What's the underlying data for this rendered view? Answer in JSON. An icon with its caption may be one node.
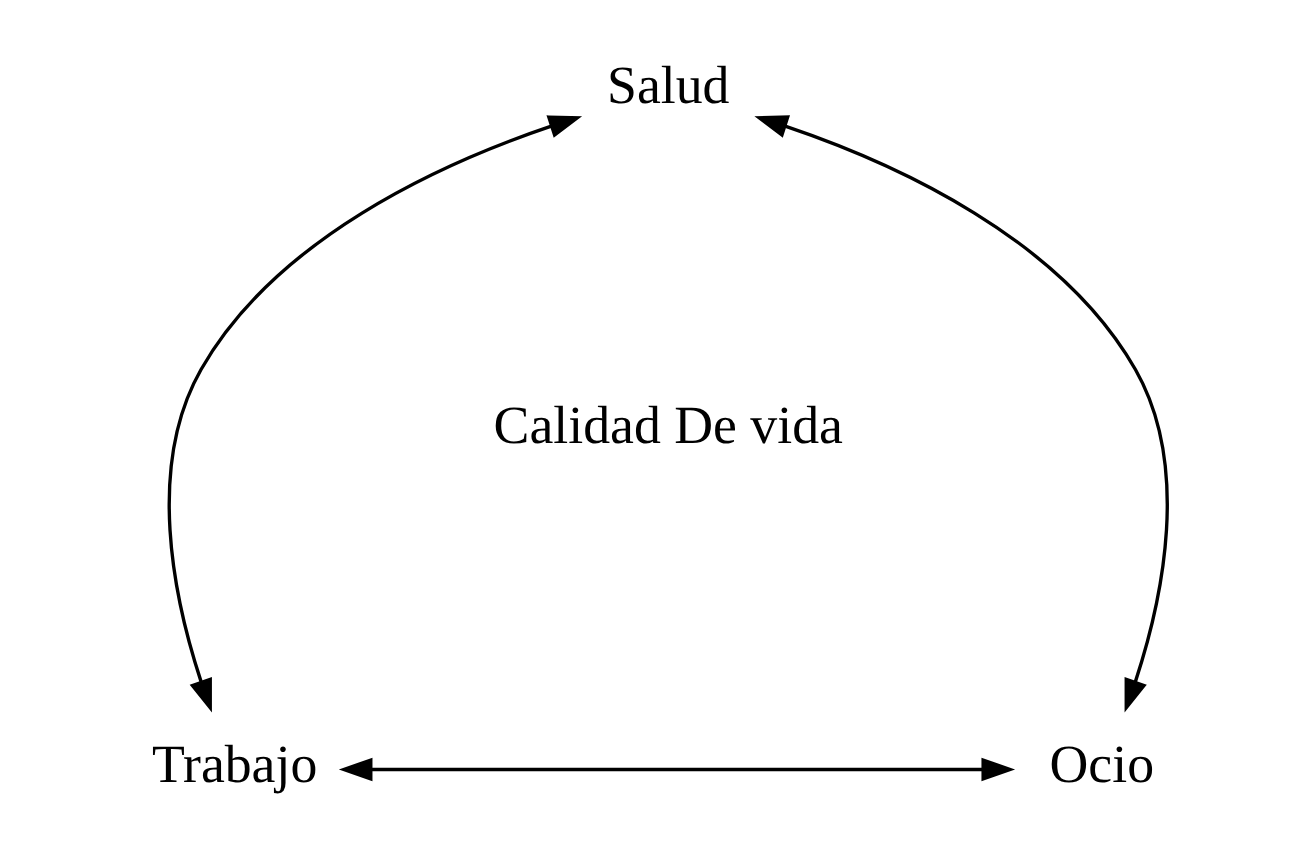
{
  "diagram": {
    "nodes": [
      {
        "text": [
          "Salud"
        ]
      },
      {
        "text": [
          "Trabajo"
        ]
      },
      {
        "text": [
          "Ocio"
        ]
      }
    ],
    "edges": [
      {
        "from": 1,
        "to": 0,
        "arrow": "both"
      },
      {
        "from": 0,
        "to": 2,
        "arrow": "both"
      },
      {
        "from": 1,
        "to": 2,
        "arrow": "both"
      }
    ],
    "labels": [
      "Calidad De vida"
    ]
  }
}
